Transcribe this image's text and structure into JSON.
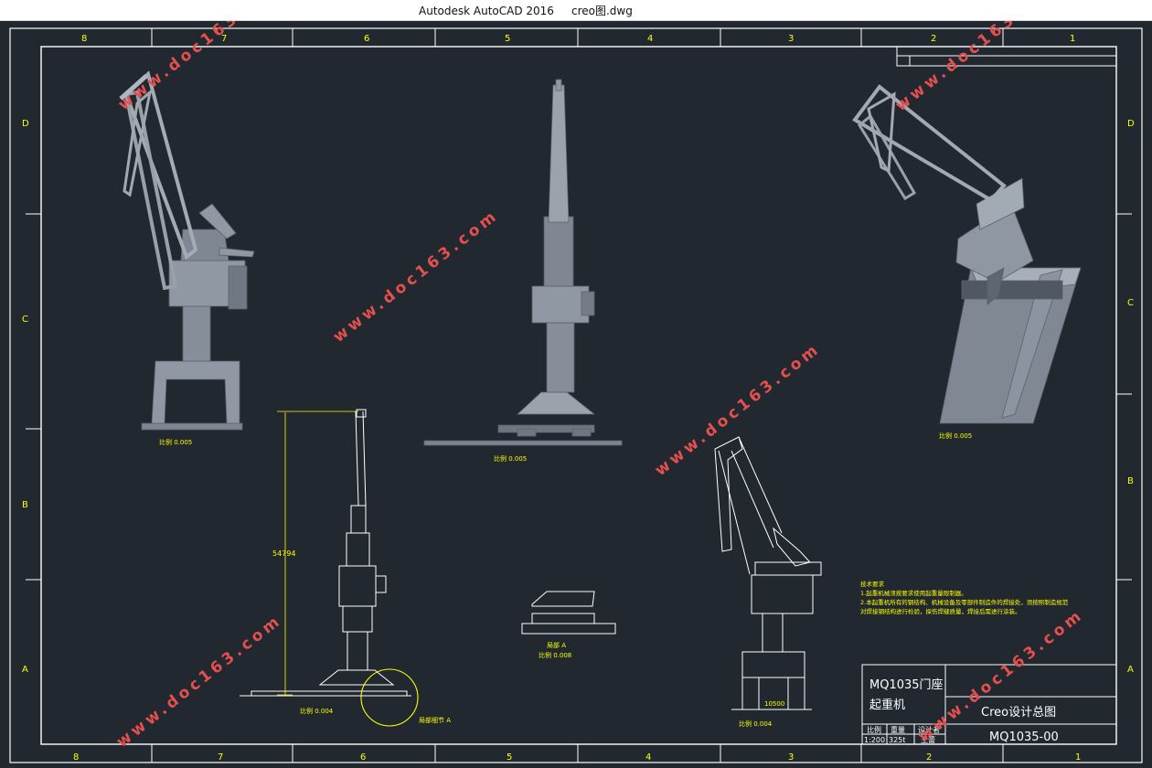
{
  "window": {
    "title": "Autodesk AutoCAD 2016     creo图.dwg"
  },
  "colors": {
    "background": "#212830",
    "border": "#ffffff",
    "annotation": "#ffff00",
    "model_fill": "#8f98a3",
    "watermark": "#e4504d"
  },
  "border": {
    "top_columns": [
      "8",
      "7",
      "6",
      "5",
      "4",
      "3",
      "2",
      "1"
    ],
    "bottom_columns": [
      "8",
      "7",
      "6",
      "5",
      "4",
      "3",
      "2",
      "1"
    ],
    "rows": [
      "D",
      "C",
      "B",
      "A"
    ]
  },
  "views": {
    "iso_left_scale": "比例 0.005",
    "front_scale": "比例 0.005",
    "iso_right_scale": "比例 0.005",
    "side_line_scale": "比例 0.004",
    "front_line_scale": "比例 0.004",
    "detail_label": "局部 A",
    "detail_scale": "比例 0.008",
    "detail_callout": "局部细节 A",
    "height_dimension": "54794",
    "base_dimension": "10500"
  },
  "notes": {
    "heading": "技术要求",
    "line1": "1.起重机械须按要求使用起重量限制器。",
    "line2": "2.本起重机所有的钢结构、机械设备及零部件制造件的焊接处，须按照制造规范",
    "line3": "对焊接钢结构进行检验，探伤焊缝质量，焊接后需进行涂装。"
  },
  "title_block": {
    "name_line1": "MQ1035门座",
    "name_line2": "起重机",
    "drawing_title": "Creo设计总图",
    "drawing_number": "MQ1035-00",
    "label_scale": "比例",
    "label_weight": "重量",
    "label_designer": "设计者",
    "value_scale": "1:200",
    "value_weight": "325t",
    "value_designer": "王蕾"
  },
  "watermark": {
    "text": "www.doc163.com"
  }
}
